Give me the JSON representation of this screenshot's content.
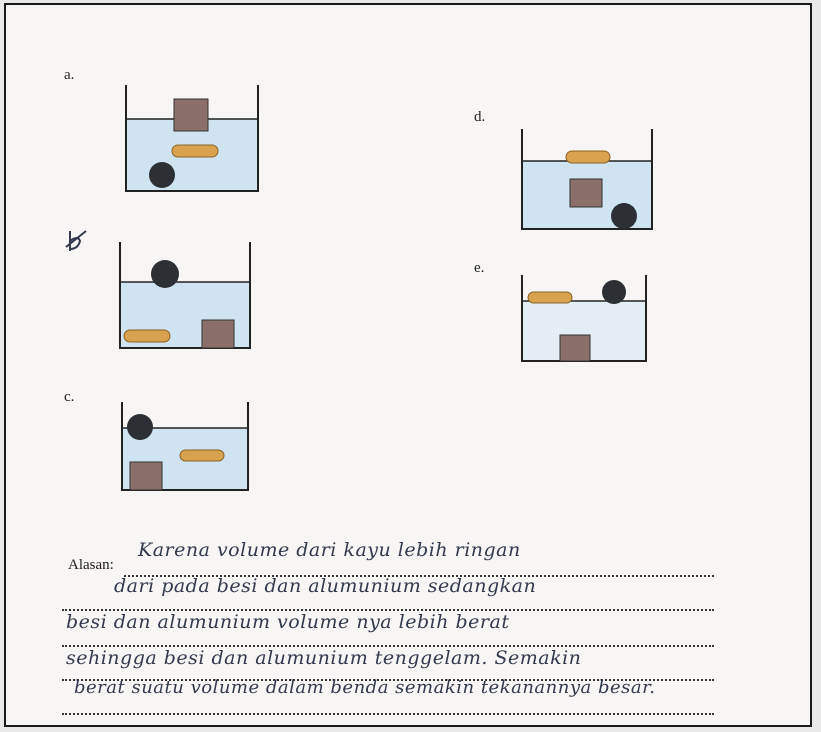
{
  "options": {
    "a": "a.",
    "b": "b.",
    "c": "c.",
    "d": "d.",
    "e": "e."
  },
  "answer": {
    "label": "Alasan:",
    "lines": [
      "Karena volume dari kayu lebih ringan",
      "dari pada besi dan alumunium sedangkan",
      "besi dan alumunium volume nya lebih berat",
      "sehingga besi dan alumunium tenggelam. Semakin",
      "berat suatu volume dalam benda semakin tekanannya besar."
    ]
  },
  "colors": {
    "water": "#cfe3f0",
    "wood": "#d9a24e",
    "iron": "#2c2f33",
    "aluminium": "#8b6f6a"
  }
}
